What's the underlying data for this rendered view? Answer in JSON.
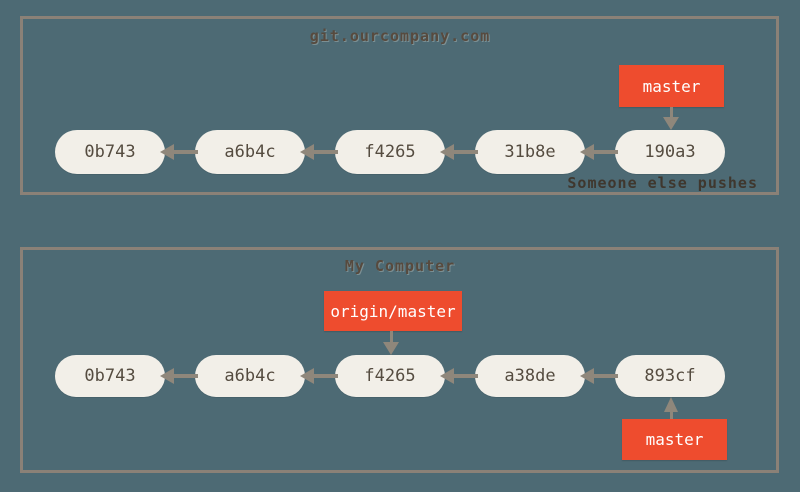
{
  "colors": {
    "background": "#4d6a74",
    "box_border": "#8b8177",
    "node_fill": "#f2efe8",
    "node_text": "#554c40",
    "arrow": "#8f877b",
    "branch_label_bg": "#ee4c2e",
    "branch_label_text": "#ffffff",
    "title_text": "#574a3e",
    "caption_text": "#3f372e"
  },
  "server_repo": {
    "title": "git.ourcompany.com",
    "commits": [
      "0b743",
      "a6b4c",
      "f4265",
      "31b8e",
      "190a3"
    ],
    "branch_label": "master",
    "branch_points_to": "190a3",
    "caption": "Someone else pushes"
  },
  "local_repo": {
    "title": "My Computer",
    "commits": [
      "0b743",
      "a6b4c",
      "f4265",
      "a38de",
      "893cf"
    ],
    "remote_tracking_label": "origin/master",
    "remote_tracking_points_to": "f4265",
    "branch_label": "master",
    "branch_points_to": "893cf"
  }
}
